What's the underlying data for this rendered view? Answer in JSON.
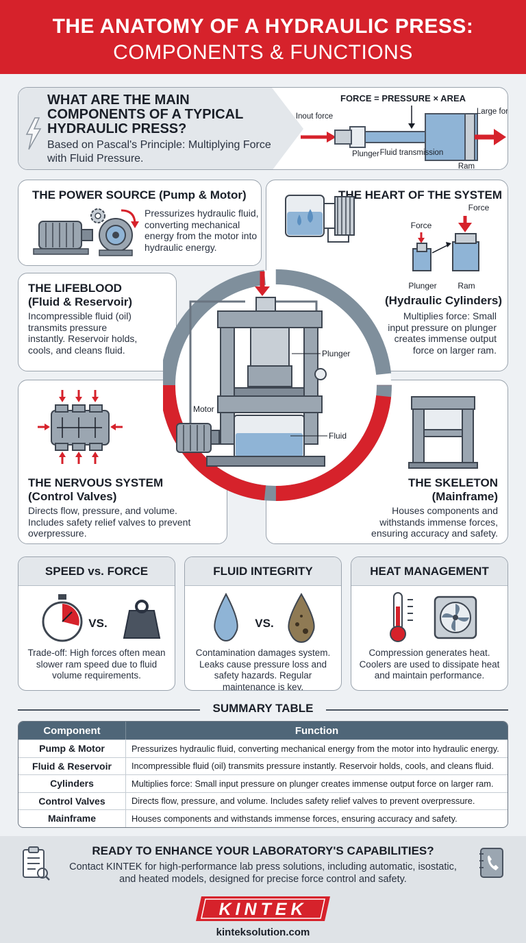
{
  "header": {
    "title_line1": "THE ANATOMY OF A HYDRAULIC PRESS:",
    "title_line2": "COMPONENTS & FUNCTIONS"
  },
  "intro": {
    "question": "WHAT ARE THE MAIN COMPONENTS OF A TYPICAL HYDRAULIC PRESS?",
    "subtitle": "Based on Pascal's Principle: Multiplying Force with Fluid Pressure.",
    "formula": "FORCE = PRESSURE × AREA",
    "labels": {
      "input_force": "Inout force",
      "plunger": "Plunger",
      "fluid_transmission": "Fluid transmission",
      "ram": "Ram",
      "large_force": "Large force"
    }
  },
  "sections": {
    "power": {
      "title": "THE POWER SOURCE (Pump & Motor)",
      "body": "Pressurizes hydraulic fluid, converting mechanical energy from the motor into hydraulic energy."
    },
    "heart": {
      "title": "THE HEART OF THE SYSTEM",
      "subtitle": "(Hydraulic Cylinders)",
      "body": "Multiplies force: Small input pressure on plunger creates immense output force on larger ram.",
      "labels": {
        "force_small": "Force",
        "force_large": "Force",
        "plunger": "Plunger",
        "ram": "Ram"
      }
    },
    "lifeblood": {
      "title": "THE LIFEBLOOD (Fluid & Reservoir)",
      "body": "Incompressible fluid (oil) transmits pressure instantly. Reservoir holds, cools, and cleans fluid."
    },
    "nervous": {
      "title": "THE NERVOUS SYSTEM (Control Valves)",
      "body": "Directs flow, pressure, and volume. Includes safety relief valves to prevent overpressure."
    },
    "skeleton": {
      "title": "THE SKELETON (Mainframe)",
      "body": "Houses components and withstands immense forces, ensuring accuracy and safety."
    }
  },
  "center": {
    "labels": {
      "plunger": "Plunger",
      "motor": "Motor",
      "fluid": "Fluid"
    }
  },
  "considerations": [
    {
      "title": "SPEED vs. FORCE",
      "vs": "VS.",
      "body": "Trade-off: High forces often mean slower ram speed due to fluid volume requirements."
    },
    {
      "title": "FLUID INTEGRITY",
      "vs": "VS.",
      "body": "Contamination damages system. Leaks cause pressure loss and safety hazards. Regular maintenance is key."
    },
    {
      "title": "HEAT MANAGEMENT",
      "body": "Compression generates heat. Coolers are used to dissipate heat and maintain performance."
    }
  ],
  "summary": {
    "title": "SUMMARY TABLE",
    "headers": [
      "Component",
      "Function"
    ],
    "rows": [
      [
        "Pump & Motor",
        "Pressurizes hydraulic fluid, converting mechanical energy from the motor into hydraulic energy."
      ],
      [
        "Fluid & Reservoir",
        "Incompressible fluid (oil) transmits pressure instantly. Reservoir holds, cools, and cleans fluid."
      ],
      [
        "Cylinders",
        "Multiplies force: Small input pressure on plunger creates immense output force on larger ram."
      ],
      [
        "Control Valves",
        "Directs flow, pressure, and volume. Includes safety relief valves to prevent overpressure."
      ],
      [
        "Mainframe",
        "Houses components and withstands immense forces, ensuring accuracy and safety."
      ]
    ]
  },
  "footer": {
    "title": "READY TO ENHANCE YOUR LABORATORY'S CAPABILITIES?",
    "body": "Contact KINTEK for high-performance lab press solutions, including automatic, isostatic, and heated models, designed for precise force control and safety.",
    "logo": "KINTEK",
    "url": "kinteksolution.com"
  },
  "colors": {
    "brand_red": "#d6222b",
    "panel_gray": "#e3e7eb",
    "steel": "#9ba6b1",
    "fluid_blue": "#8fb4d6"
  }
}
